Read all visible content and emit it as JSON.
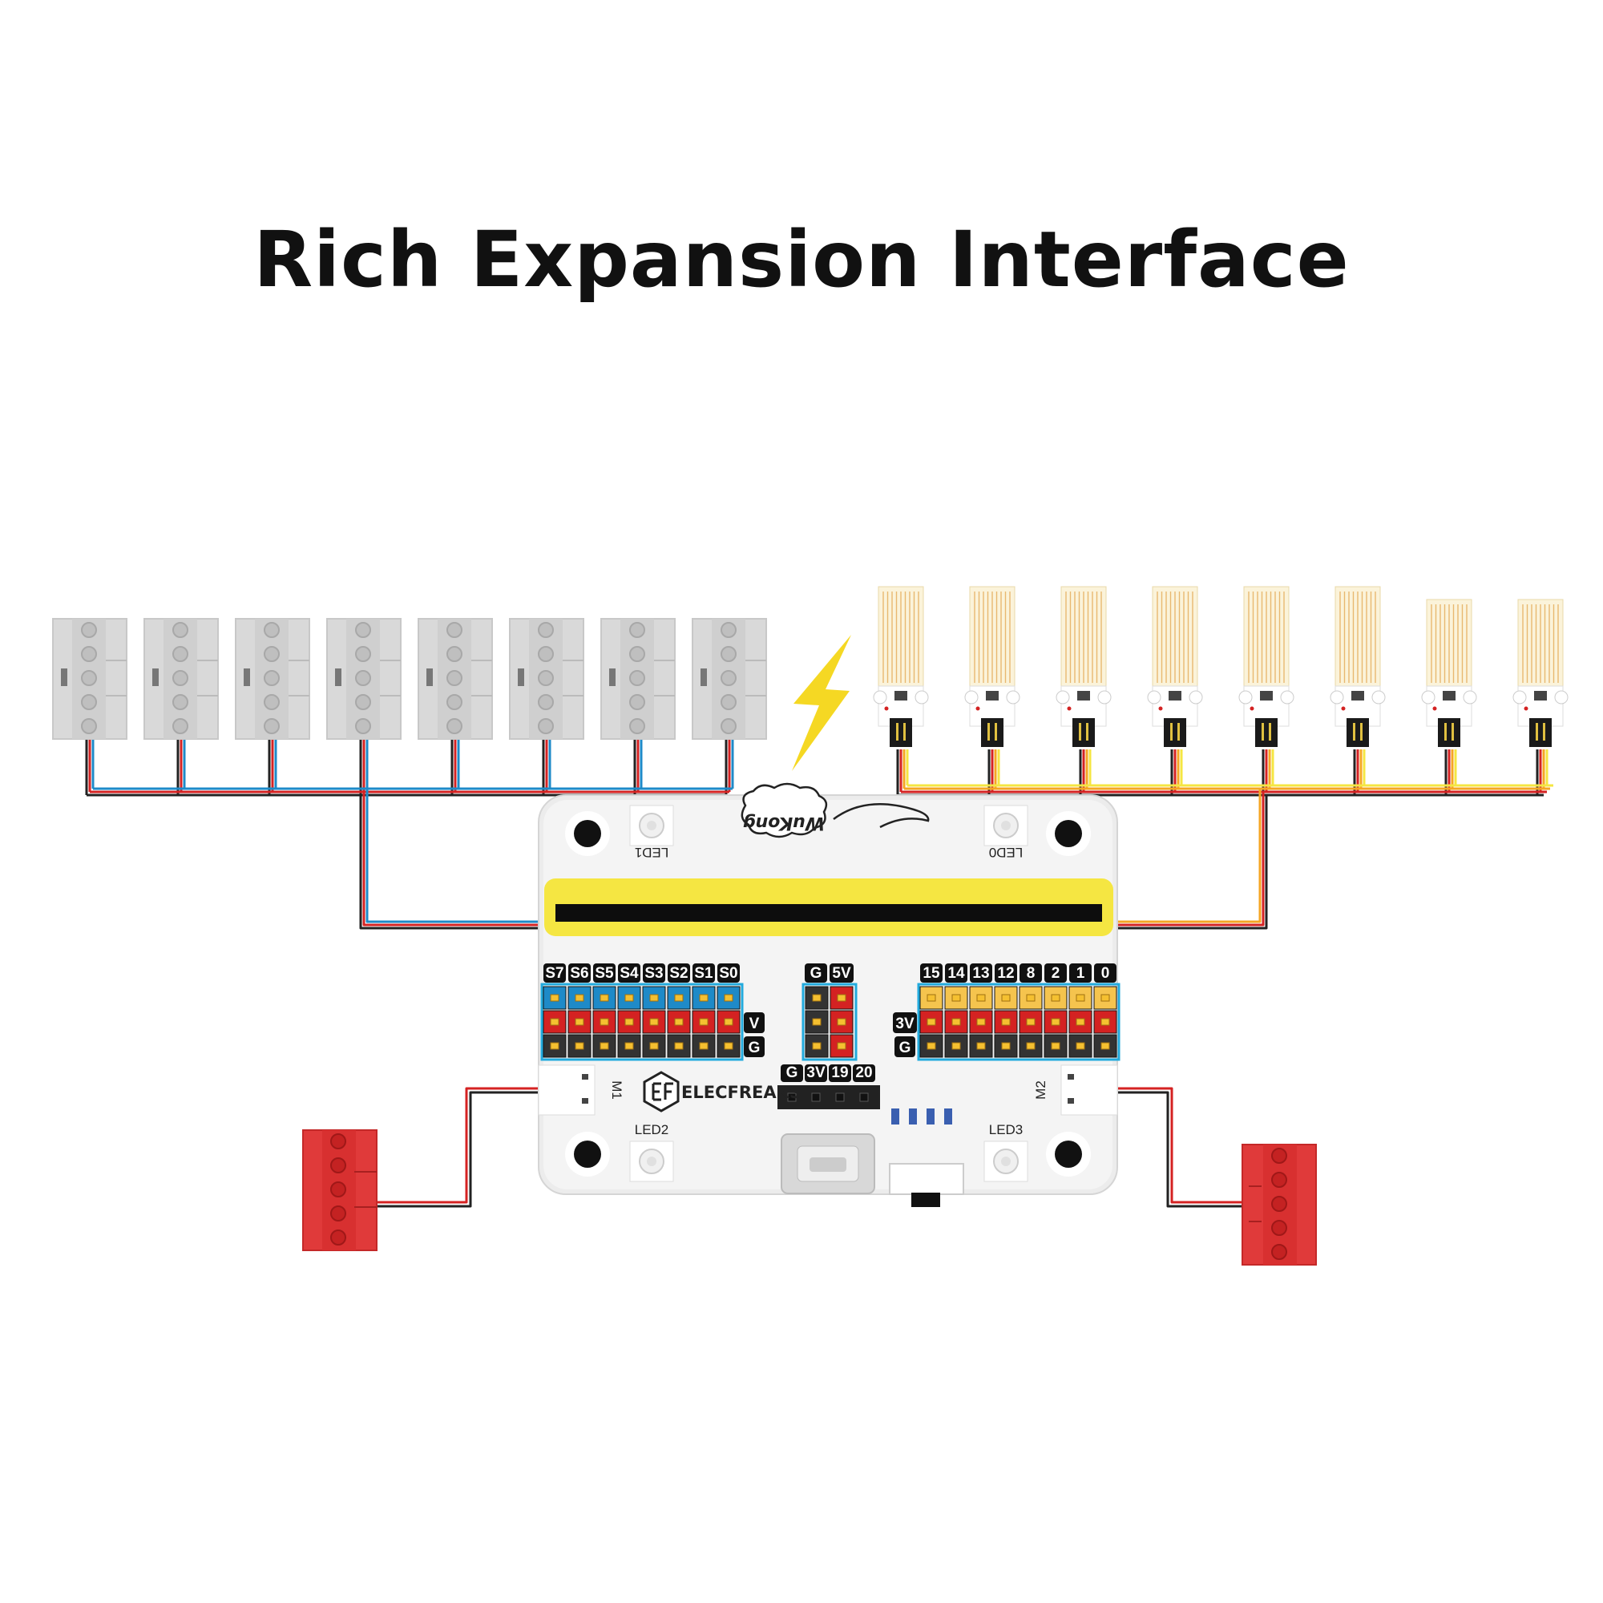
{
  "title": "Rich Expansion Interface",
  "board": {
    "name": "WuKong",
    "brand": "ELECFREAKS",
    "led_labels": [
      "LED1",
      "LED0",
      "LED2",
      "LED3"
    ],
    "motor_labels": [
      "M1",
      "M2"
    ],
    "servo_headers": [
      "S7",
      "S6",
      "S5",
      "S4",
      "S3",
      "S2",
      "S1",
      "S0"
    ],
    "servo_row_labels": [
      "V",
      "G"
    ],
    "power_headers": [
      "G",
      "5V"
    ],
    "io_headers": [
      "15",
      "14",
      "13",
      "12",
      "8",
      "2",
      "1",
      "0"
    ],
    "io_row_labels": [
      "3V",
      "G"
    ],
    "i2c_headers": [
      "G",
      "3V",
      "19",
      "20"
    ]
  },
  "colors": {
    "servo_signal": "#1e8ac8",
    "power": "#d42222",
    "ground": "#333333",
    "io_signal": "#f5c44e",
    "motor": "#e03a3a",
    "header_outline": "#22aadd",
    "slot": "#f5e642",
    "bolt": "#f5d823"
  },
  "icons": [
    "lightning-bolt-icon",
    "elecfreaks-logo-icon",
    "wukong-logo-icon"
  ]
}
